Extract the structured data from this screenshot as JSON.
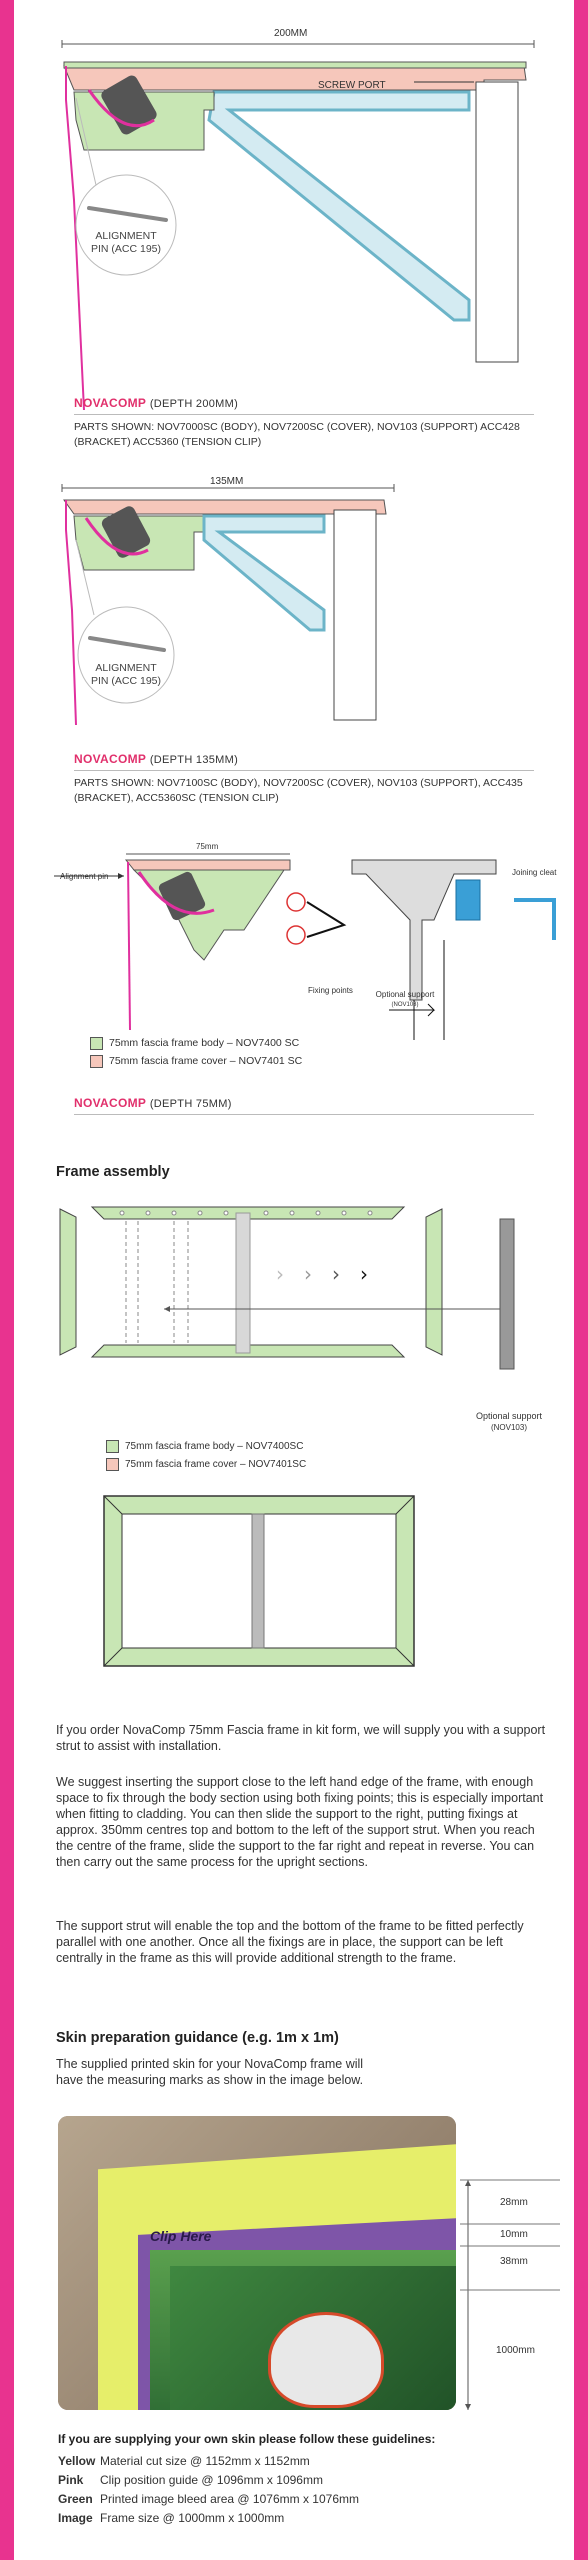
{
  "colors": {
    "page_border": "#e8338f",
    "brand": "#e1306c",
    "body_green": "#c8e6b4",
    "cover_pink": "#f6c7bb",
    "bracket_blue": "#6cb4c8"
  },
  "d1": {
    "width_label": "200MM",
    "screw_port": "SCREW PORT",
    "pin_line1": "ALIGNMENT",
    "pin_line2": "PIN (ACC 195)",
    "brand": "NOVACOMP",
    "depth": "(DEPTH 200MM)",
    "parts": "PARTS SHOWN: NOV7000SC (BODY), NOV7200SC (COVER), NOV103 (SUPPORT) ACC428 (BRACKET) ACC5360 (TENSION CLIP)"
  },
  "d2": {
    "width_label": "135MM",
    "pin_line1": "ALIGNMENT",
    "pin_line2": "PIN (ACC 195)",
    "brand": "NOVACOMP",
    "depth": "(DEPTH 135MM)",
    "parts": "PARTS SHOWN: NOV7100SC (BODY), NOV7200SC (COVER), NOV103 (SUPPORT), ACC435 (BRACKET), ACC5360SC (TENSION CLIP)"
  },
  "d3": {
    "width_label": "75mm",
    "alignment_pin": "Alignment pin",
    "fixing_points": "Fixing points",
    "opt_support": "Optional support",
    "opt_code": "(NOV103)",
    "joining_cleat": "Joining cleat",
    "legend_body": "75mm fascia frame body – NOV7400 SC",
    "legend_cover": "75mm fascia frame cover – NOV7401 SC",
    "brand": "NOVACOMP",
    "depth": "(DEPTH 75MM)"
  },
  "assembly": {
    "title": "Frame assembly",
    "opt_support": "Optional support",
    "opt_code": "(NOV103)",
    "legend_body": "75mm fascia frame body – NOV7400SC",
    "legend_cover": "75mm fascia frame cover – NOV7401SC"
  },
  "text": {
    "p1": "If you order NovaComp 75mm Fascia frame in kit form, we will supply you with a support strut to assist with installation.",
    "p2": "We suggest inserting the support close to the left hand edge of the frame, with enough space to fix through the body section using both fixing points; this is especially important when fitting to cladding. You can then slide the support to the right, putting fixings at approx. 350mm centres top and bottom to the left of the support strut. When you reach the centre of the frame, slide the support to the far right and repeat in reverse. You can then carry out the same process for the upright sections.",
    "p3": "The support strut will enable the top and the bottom of the frame to be fitted perfectly parallel with one another. Once all the fixings are in place, the support can be left centrally in the frame as this will provide additional strength to the frame."
  },
  "skin": {
    "title": "Skin preparation guidance (e.g. 1m x 1m)",
    "intro": "The supplied printed skin for your NovaComp frame will have the measuring marks as show in the image below.",
    "clip_here": "Clip Here",
    "m1": "28mm",
    "m2": "10mm",
    "m3": "38mm",
    "m4": "1000mm"
  },
  "guidelines": {
    "title": "If you are supplying your own skin please follow these guidelines:",
    "rows": [
      {
        "key": "Yellow",
        "val": "Material cut size @ 1152mm x 1152mm"
      },
      {
        "key": "Pink",
        "val": "Clip position guide @ 1096mm x 1096mm"
      },
      {
        "key": "Green",
        "val": "Printed image bleed area @ 1076mm x 1076mm"
      },
      {
        "key": "Image",
        "val": "Frame size @ 1000mm x 1000mm"
      }
    ]
  }
}
